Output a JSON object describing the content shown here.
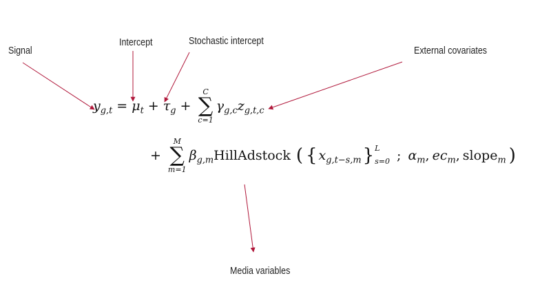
{
  "annotations": {
    "signal": "Signal",
    "intercept": "Intercept",
    "stochastic_intercept": "Stochastic intercept",
    "external_covariates": "External covariates",
    "media_variables": "Media variables"
  },
  "equation": {
    "y": "y",
    "y_sub": "g,t",
    "equals": "=",
    "mu": "μ",
    "mu_sub": "t",
    "plus": "+",
    "tau": "τ",
    "tau_sub": "g",
    "sum1_upper": "C",
    "sum1_lower": "c=1",
    "sigma": "∑",
    "gamma": "γ",
    "gamma_sub": "g,c",
    "z": "z",
    "z_sub": "g,t,c",
    "sum2_upper": "M",
    "sum2_lower": "m=1",
    "beta": "β",
    "beta_sub": "g,m",
    "func_name": "HillAdstock",
    "lparen": "(",
    "rparen": ")",
    "lbrace": "{",
    "rbrace": "}",
    "x": "x",
    "x_sub": "g,t−s,m",
    "set_upper": "L",
    "set_lower": "s=0",
    "semicolon": ";",
    "alpha": "α",
    "alpha_sub": "m",
    "comma": ",",
    "ec": "ec",
    "ec_sub": "m",
    "slope": "slope",
    "slope_sub": "m"
  },
  "colors": {
    "arrow": "#b0173a",
    "text": "#222222"
  }
}
